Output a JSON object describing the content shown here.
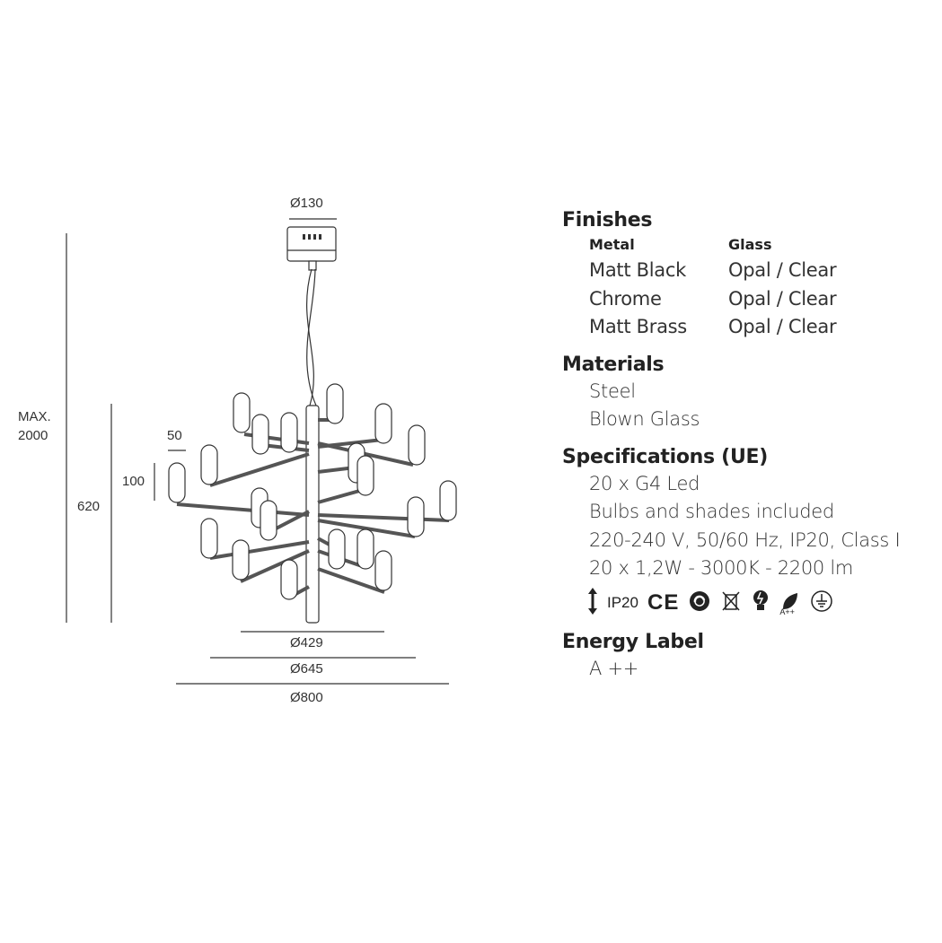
{
  "dimensions": {
    "canopy_diameter": "Ø130",
    "max_height_line1": "MAX.",
    "max_height_line2": "2000",
    "body_height": "620",
    "shade_height": "100",
    "shade_width": "50",
    "inner_diameter": "Ø429",
    "middle_diameter": "Ø645",
    "outer_diameter": "Ø800"
  },
  "finishes": {
    "title": "Finishes",
    "metal_header": "Metal",
    "glass_header": "Glass",
    "metal": [
      "Matt Black",
      "Chrome",
      "Matt Brass"
    ],
    "glass": [
      "Opal / Clear",
      "Opal / Clear",
      "Opal / Clear"
    ]
  },
  "materials": {
    "title": "Materials",
    "items": [
      "Steel",
      "Blown Glass"
    ]
  },
  "specifications": {
    "title": "Specifications (UE)",
    "items": [
      "20 x G4 Led",
      "Bulbs and shades included",
      "220-240 V, 50/60 Hz, IP20, Class I",
      "20 x 1,2W - 3000K - 2200 lm"
    ]
  },
  "certifications": {
    "ip_label": "IP20",
    "ce_label": "CE",
    "energy_small_label": "A++",
    "icons": [
      "height-adjust-icon",
      "ce-mark-icon",
      "recycling-icon",
      "weee-bin-icon",
      "led-bulb-icon",
      "eco-energy-icon",
      "ground-icon"
    ]
  },
  "energy_label": {
    "title": "Energy Label",
    "value": "A ++"
  }
}
